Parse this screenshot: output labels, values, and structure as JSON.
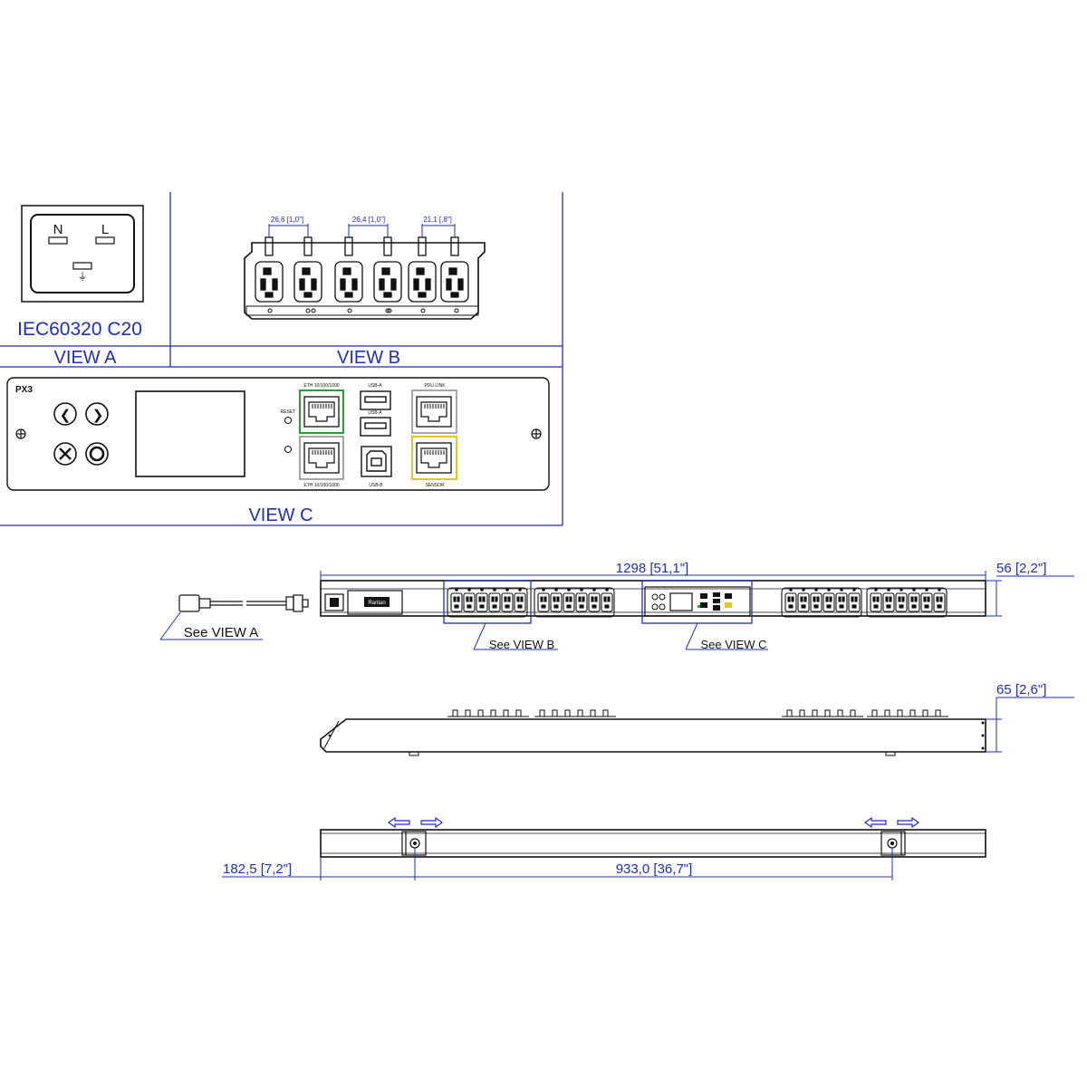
{
  "colors": {
    "annotation_blue": "#1f2fb8",
    "line_black": "#111111",
    "eth_green": "#2e9a3e",
    "sensor_yellow": "#e2c81c",
    "port_gray": "#8a8a8a"
  },
  "view_a": {
    "label": "VIEW A",
    "connector_name": "IEC60320 C20",
    "pin_n": "N",
    "pin_l": "L",
    "ground_symbol": "⏚"
  },
  "view_b": {
    "label": "VIEW B",
    "pitch_dims": [
      "26,6 [1,0\"]",
      "26,4 [1,0\"]",
      "21,1 [,8\"]"
    ]
  },
  "view_c": {
    "label": "VIEW C",
    "logo_text": "PX3",
    "reset_label": "RESET",
    "eth1_label": "ETH 10/100/1000",
    "eth2_label": "ETH 10/100/1000",
    "usb_a1_label": "USB-A",
    "usb_a2_label": "USB-A",
    "usb_b_label": "USB-B",
    "pdu_link_label": "PDU LINK",
    "sensor_label": "SENSOR",
    "nav_left_symbol": "❮",
    "nav_right_symbol": "❯"
  },
  "front_view": {
    "length_dim": "1298 [51,1\"]",
    "height_dim": "56 [2,2\"]",
    "see_view_a": "See VIEW A",
    "see_view_b": "See VIEW B",
    "see_view_c": "See VIEW C",
    "badge_text": "Raritan"
  },
  "side_view": {
    "depth_dim": "65 [2,6\"]"
  },
  "rear_view": {
    "offset_dim": "182,5 [7,2\"]",
    "spacing_dim": "933,0 [36,7\"]"
  }
}
